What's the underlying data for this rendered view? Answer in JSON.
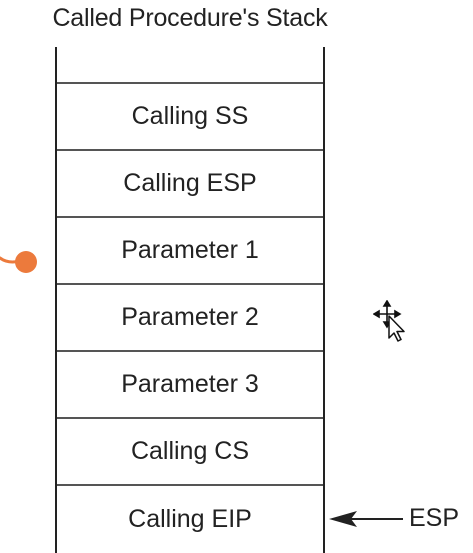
{
  "diagram": {
    "title": "Called Procedure's Stack",
    "stack_entries": [
      "Calling SS",
      "Calling ESP",
      "Parameter 1",
      "Parameter 2",
      "Parameter 3",
      "Calling CS",
      "Calling EIP"
    ],
    "pointer_label": "ESP"
  },
  "colors": {
    "annotation_dot": "#ec7a3c",
    "lines": "#222222"
  },
  "overlay": {
    "cursor_icon": "move-cursor-icon",
    "annotation_icon": "orange-dot-pointer-icon"
  }
}
